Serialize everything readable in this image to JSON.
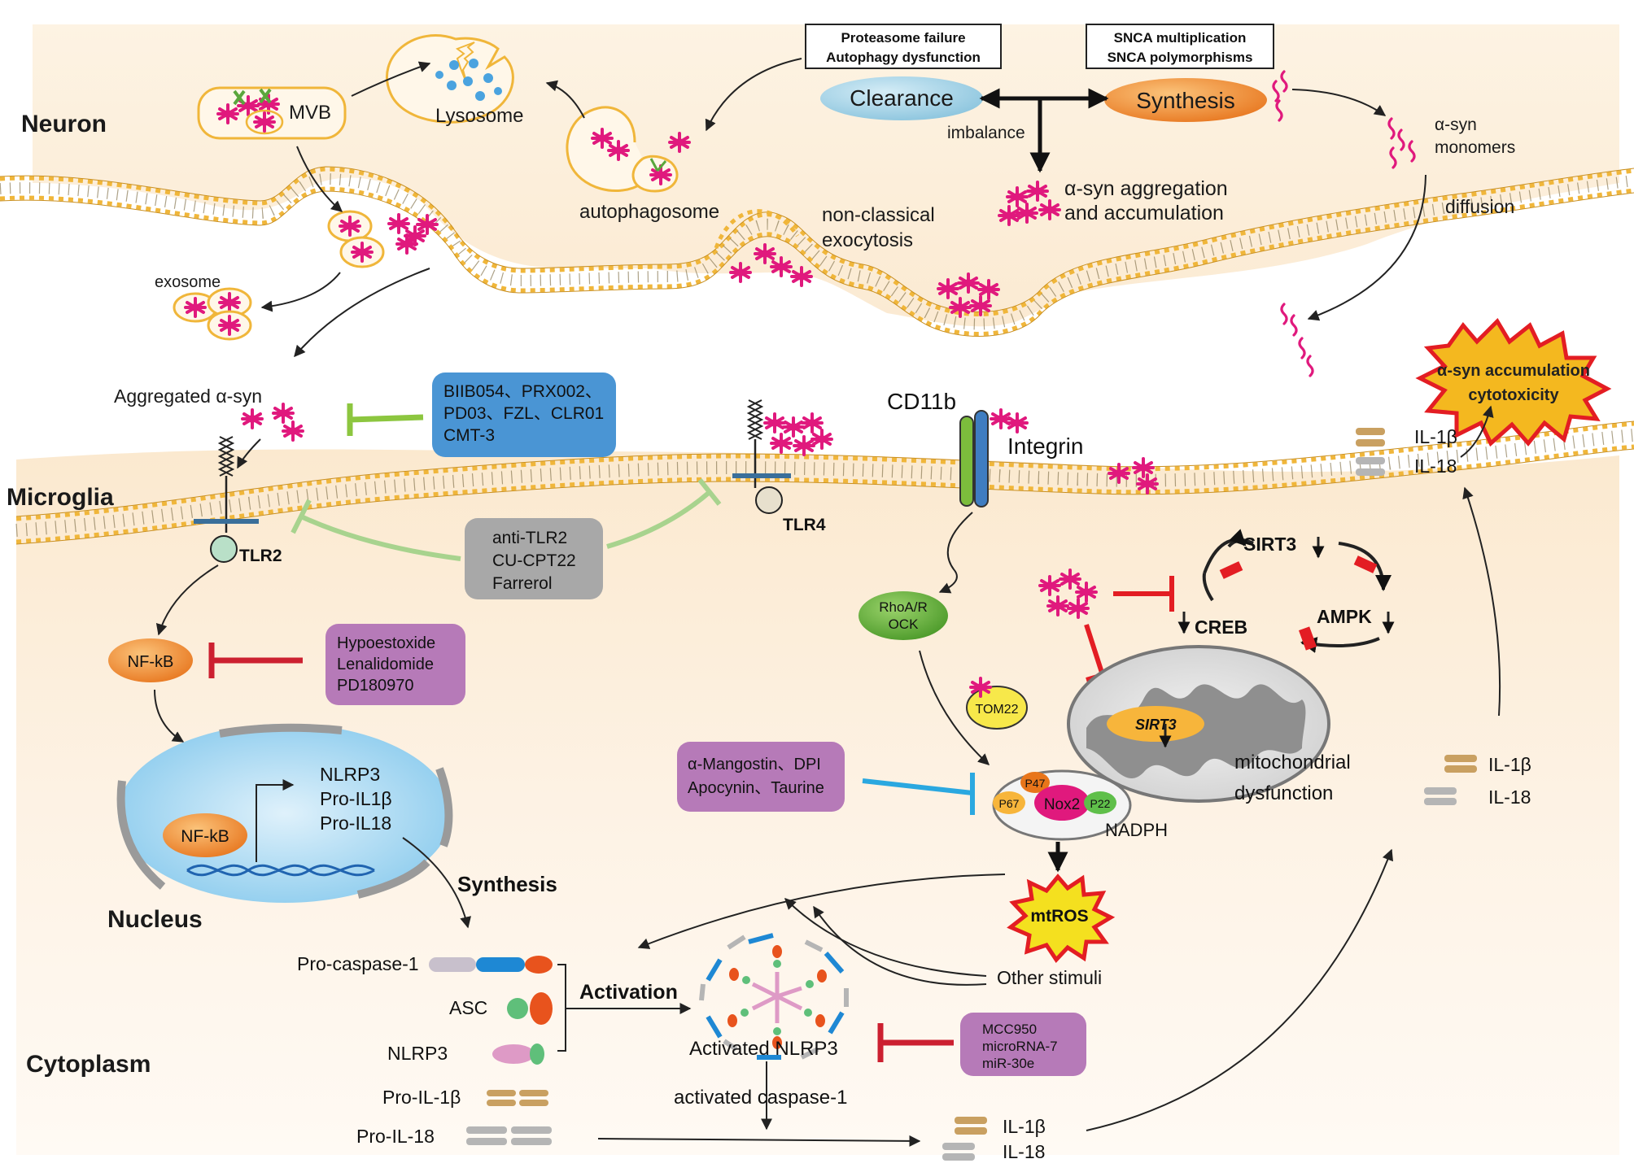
{
  "regions": {
    "neuron": "Neuron",
    "microglia": "Microglia",
    "nucleus": "Nucleus",
    "cytoplasm": "Cytoplasm"
  },
  "neuron": {
    "mvb": "MVB",
    "lysosome": "Lysosome",
    "autophagosome": "autophagosome",
    "exosome": "exosome",
    "non_classical_1": "non-classical",
    "non_classical_2": "exocytosis",
    "failure_box": [
      "Proteasome failure",
      "Autophagy dysfunction"
    ],
    "snca_box": [
      "SNCA multiplication",
      "SNCA polymorphisms"
    ],
    "clearance": "Clearance",
    "synthesis": "Synthesis",
    "imbalance": "imbalance",
    "aggregation_1": "α-syn aggregation",
    "aggregation_2": "and accumulation",
    "monomers_1": "α-syn",
    "monomers_2": "monomers",
    "diffusion": "diffusion"
  },
  "microglia": {
    "aggregated_asyn": "Aggregated α-syn",
    "antibody_box": [
      "BIIB054、PRX002、",
      "PD03、FZL、CLR01",
      "CMT-3"
    ],
    "tlr2": "TLR2",
    "tlr4": "TLR4",
    "cd11b": "CD11b",
    "integrin": "Integrin",
    "tlr_inhibitors": [
      "anti-TLR2",
      "CU-CPT22",
      "Farrerol"
    ],
    "nfkb": "NF-kB",
    "nfkb_inhibitors": [
      "Hypoestoxide",
      "Lenalidomide",
      "PD180970"
    ],
    "nucleus_nfkb": "NF-kB",
    "genes": [
      "NLRP3",
      "Pro-IL1β",
      "Pro-IL18"
    ],
    "synthesis": "Synthesis",
    "rhoa": [
      "RhoA/R",
      "OCK"
    ],
    "sirt3": "SIRT3",
    "ampk": "AMPK",
    "creb": "CREB",
    "tom22": "TOM22",
    "sirt3_mito": "SIRT3",
    "mito_1": "mitochondrial",
    "mito_2": "dysfunction",
    "nox_inhibitors": [
      "α-Mangostin、DPI",
      "Apocynin、Taurine"
    ],
    "p47": "P47",
    "p67": "P67",
    "nox2": "Nox2",
    "p22": "P22",
    "nadph": "NADPH",
    "mtros": "mtROS",
    "other_stimuli": "Other stimuli",
    "accumulation_1": "α-syn accumulation",
    "accumulation_2": "cytotoxicity",
    "il1b_top": "IL-1β",
    "il18_top": "IL-18",
    "il1b_mid": "IL-1β",
    "il18_mid": "IL-18",
    "il1b_bottom": "IL-1β",
    "il18_bottom": "IL-18",
    "pro_caspase": "Pro-caspase-1",
    "asc": "ASC",
    "nlrp3": "NLRP3",
    "pro_il1b": "Pro-IL-1β",
    "pro_il18": "Pro-IL-18",
    "activation": "Activation",
    "activated_nlrp3": "Activated NLRP3",
    "activated_caspase": "activated caspase-1",
    "nlrp3_inhibitors": [
      "MCC950",
      "microRNA-7",
      "miR-30e"
    ]
  },
  "colors": {
    "membrane": "#f0b63a",
    "asyn": "#e0197d",
    "green_box": "#a9c8e8",
    "grey_box": "#a8a8a8",
    "purple_box": "#b67ab8",
    "red_inhibit": "#cc2030",
    "green_inhibit": "#8cc63f",
    "blue_inhibit": "#2aa8e0"
  }
}
